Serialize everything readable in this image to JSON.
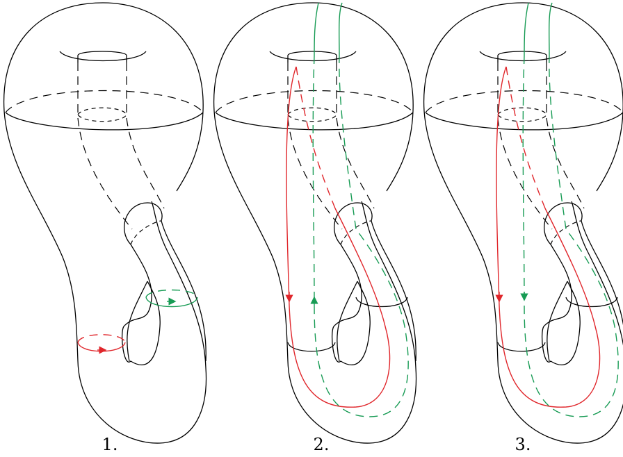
{
  "panels": [
    {
      "label": "1."
    },
    {
      "label": "2."
    },
    {
      "label": "3."
    }
  ],
  "colors": {
    "red_loop": "#e0262b",
    "green_loop": "#179b54",
    "outline": "#000000"
  }
}
